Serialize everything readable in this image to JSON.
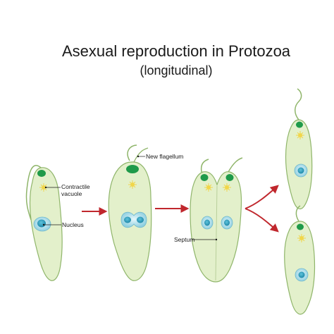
{
  "title": "Asexual reproduction in Protozoa",
  "subtitle": "(longitudinal)",
  "labels": {
    "contractile_vacuole": [
      "Contractile",
      "vacuole"
    ],
    "nucleus": "Nucleus",
    "new_flagellum": "New flagellum",
    "septum": "Septum"
  },
  "colors": {
    "cell_fill": "#e3f0cb",
    "cell_stroke": "#8fb56a",
    "nucleus_outer": "#bfe6ef",
    "nucleus_inner": "#2aa0c0",
    "eyespot": "#1f9a4a",
    "vacuole": "#f1d64a",
    "arrow": "#c0272d"
  },
  "stages": [
    "single-cell",
    "dividing-nucleus",
    "septum-forming",
    "daughter-top",
    "daughter-bottom"
  ]
}
